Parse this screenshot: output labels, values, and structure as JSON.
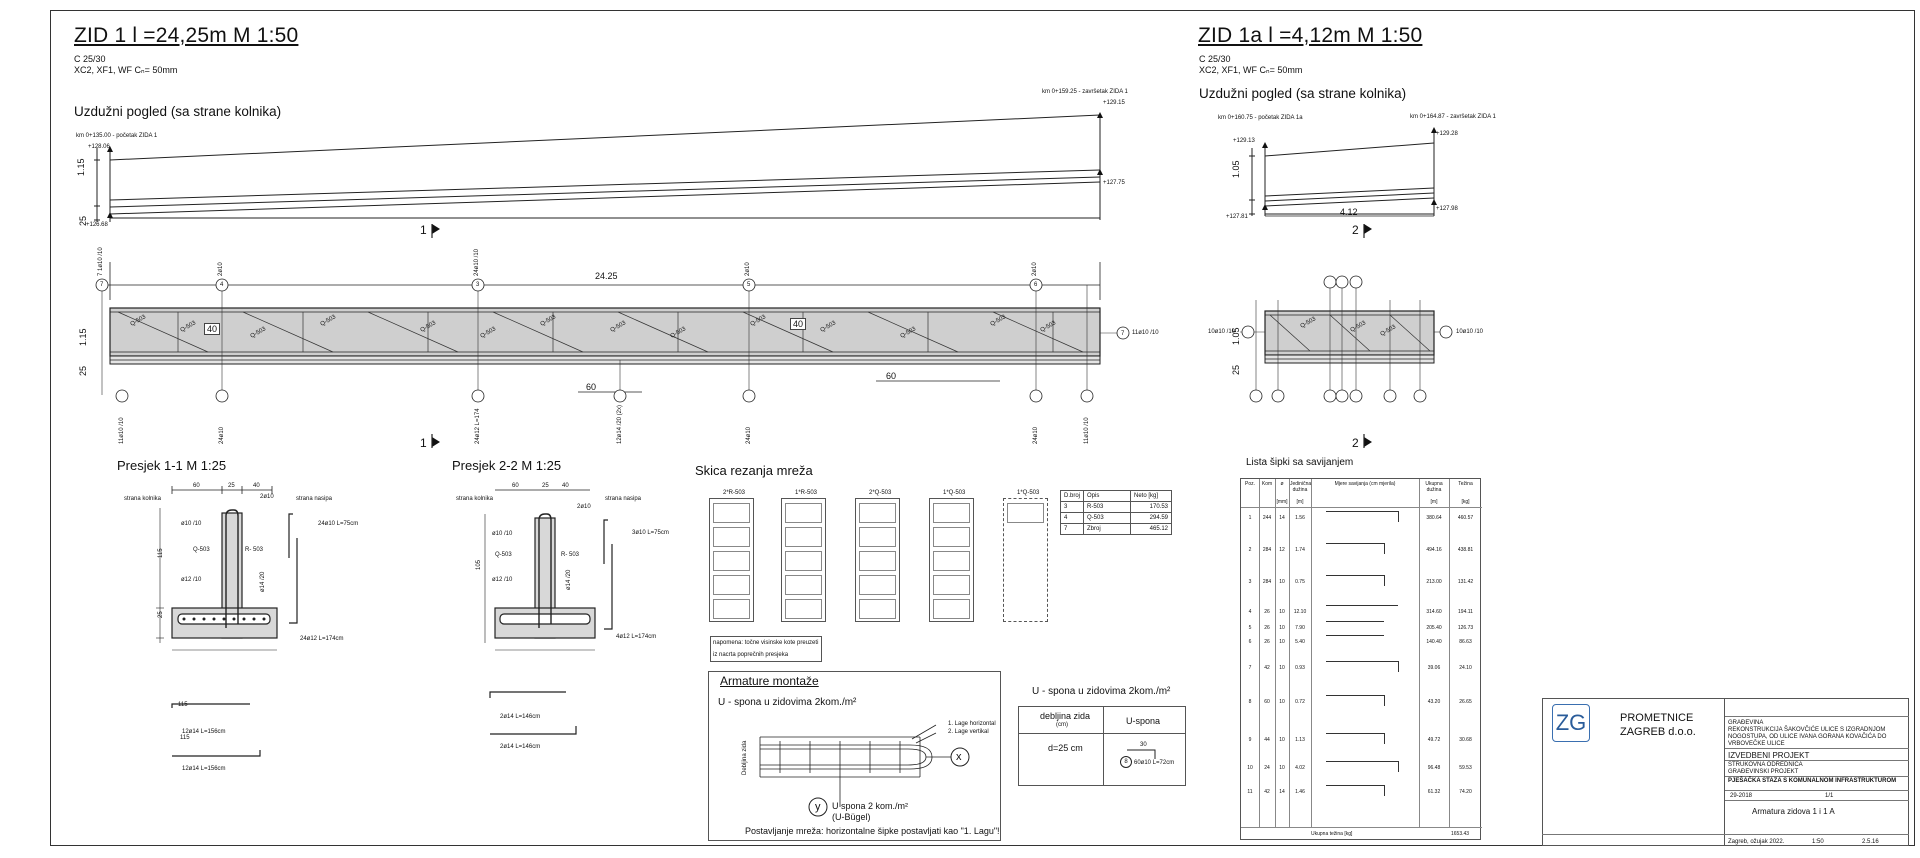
{
  "wall1": {
    "title": "ZID 1  l =24,25m    M 1:50",
    "spec1": "C 25/30",
    "spec2": "XC2, XF1, WF Cₙ= 50mm",
    "view_title": "Uzdužni pogled (sa strane kolnika)",
    "start_label": "km 0+135.00 - početak ZIDA 1",
    "end_label": "km 0+159.25 - završetak ZIDA 1",
    "elev_top_left": "+128.06",
    "elev_bot_left": "+126.68",
    "elev_top_right": "+129.15",
    "elev_bot_right": "+127.75",
    "dim_h1": "1.15",
    "dim_h2": "25",
    "length": "24.25",
    "mesh_label": "Q-503",
    "lap": "40",
    "lap2": "60",
    "bar_right": "11ø10 /10",
    "cut": "1",
    "bottom_bars": [
      "11ø10 /10",
      "24ø10",
      "24ø12 L=174",
      "12ø14 /20 (2x)",
      "24ø10",
      "24ø10",
      "11ø10 /10"
    ],
    "top_marks": [
      "7",
      "4",
      "3",
      "5",
      "6"
    ],
    "top_texts": [
      "7 1ø10 /10",
      "2ø10",
      "24ø10 /10",
      "2ø10",
      "2ø10"
    ]
  },
  "wall1a": {
    "title": "ZID 1a  l =4,12m    M 1:50",
    "spec1": "C 25/30",
    "spec2": "XC2, XF1, WF Cₙ= 50mm",
    "view_title": "Uzdužni pogled (sa strane kolnika)",
    "start_label": "km 0+160.75 - početak ZIDA 1a",
    "end_label": "km 0+164.87 - završetak ZIDA 1",
    "elev_top_left": "+129.13",
    "elev_bot_left": "+127.81",
    "elev_top_right": "+129.28",
    "elev_bot_right": "+127.98",
    "dim_h1": "1.05",
    "dim_h2": "25",
    "length": "4.12",
    "cut": "2",
    "bar_left": "10ø10 /10",
    "bar_right": "10ø10 /10"
  },
  "section1": {
    "title": "Presjek 1-1  M 1:25",
    "side_left": "strana kolnika",
    "side_right": "strana nasipa",
    "dims_top": [
      "60",
      "25",
      "40"
    ],
    "labels": [
      "ø10 /10",
      "Q-503",
      "ø12 /10",
      "R- 503",
      "ø14 /20",
      "2ø10"
    ],
    "bar3": "24ø10 L=75cm",
    "bar2": "24ø12 L=174cm",
    "bar1": "12ø14 L=156cm",
    "bar1b": "12ø14 L=156cm",
    "h115": "115",
    "h25": "25"
  },
  "section2": {
    "title": "Presjek 2-2  M 1:25",
    "side_left": "strana kolnika",
    "side_right": "strana nasipa",
    "dims_top": [
      "60",
      "25",
      "40"
    ],
    "labels": [
      "ø10 /10",
      "Q-503",
      "ø12 /10",
      "R- 503",
      "ø14 /20",
      "2ø10"
    ],
    "bar3": "3ø10 L=75cm",
    "bar2": "4ø12 L=174cm",
    "bar11": "2ø14 L=146cm",
    "bar11b": "2ø14 L=146cm",
    "h105": "105"
  },
  "mesh": {
    "title": "Skica rezanja mreža",
    "sheets": [
      "2*R-503",
      "1*R-503",
      "2*Q-503",
      "1*Q-503",
      "1*Q-503"
    ],
    "note1": "napomena: točne visinske kote preuzeti",
    "note2": "iz nacrta poprečnih presjeka",
    "table_headers": [
      "D.broj",
      "Opis",
      "Neto [kg]"
    ],
    "table_rows": [
      [
        "3",
        "R-503",
        "170.53"
      ],
      [
        "4",
        "Q-503",
        "294.59"
      ],
      [
        "7",
        "Zbroj",
        "465.12"
      ]
    ]
  },
  "montaza": {
    "title": "Armature montaže",
    "subtitle": "U - spona u zidovima 2kom./m²",
    "layer1": "1. Lage horizontal",
    "layer2": "2. Lage vertikal",
    "thick": "Debljina zida",
    "spona": "U spona 2 kom./m²",
    "bugel": "(U-Bügel)",
    "note": "Postavljanje mreža: horizontalne šipke postavljati kao \"1. Lagu\"!"
  },
  "uspona": {
    "title": "U - spona u zidovima 2kom./m²",
    "col1": "debljina zida",
    "col1sub": "(cm)",
    "col2": "U-spona",
    "val1": "d=25 cm",
    "bar": "60ø10 L=72cm",
    "dim": "30"
  },
  "bending": {
    "title": "Lista šipki sa savijanjem",
    "headers": [
      "Poz.",
      "Kom",
      "ø",
      "Jedinična dužina",
      "Mjere savijanja (cm mjerila)",
      "Ukupna dužina",
      "Težina"
    ],
    "units": [
      "",
      "",
      "[mm]",
      "[m]",
      "",
      "[m]",
      "[kg]"
    ],
    "rows": [
      [
        "1",
        "244",
        "14",
        "1.56",
        "380.64",
        "460.57"
      ],
      [
        "2",
        "284",
        "12",
        "1.74",
        "494.16",
        "438.81"
      ],
      [
        "3",
        "284",
        "10",
        "0.75",
        "213.00",
        "131.42"
      ],
      [
        "4",
        "26",
        "10",
        "12.10",
        "314.60",
        "194.11"
      ],
      [
        "5",
        "26",
        "10",
        "7.90",
        "205.40",
        "126.73"
      ],
      [
        "6",
        "26",
        "10",
        "5.40",
        "140.40",
        "86.63"
      ],
      [
        "7",
        "42",
        "10",
        "0.93",
        "39.06",
        "24.10"
      ],
      [
        "8",
        "60",
        "10",
        "0.72",
        "43.20",
        "26.65"
      ],
      [
        "9",
        "44",
        "10",
        "1.13",
        "49.72",
        "30.68"
      ],
      [
        "10",
        "24",
        "10",
        "4.02",
        "96.48",
        "59.53"
      ],
      [
        "11",
        "42",
        "14",
        "1.46",
        "61.32",
        "74.20"
      ]
    ],
    "total_label": "Ukupna težina [kg]",
    "total": "1653.43"
  },
  "titleblock": {
    "company1": "PROMETNICE",
    "company2": "ZAGREB d.o.o.",
    "logo": "ZG",
    "project_label": "GRAĐEVINA",
    "project": "REKONSTRUKCIJA ŠAKOVČIĆE ULICE S IZGRADNJOM NOGOSTUPA, OD ULICE IVANA GORANA KOVAČIĆA DO VRBOVEČKE ULICE",
    "phase": "IZVEDBENI PROJEKT",
    "subproject_label": "STRUKOVNA ODREDNICA",
    "subproject": "GRAĐEVINSKI PROJEKT",
    "part": "PJEŠAČKA STAZA S KOMUNALNOM INFRASTRUKTUROM",
    "number": "29-2018",
    "sheet": "1/1",
    "drawing_title": "Armatura zidova 1 i 1 A",
    "place_date": "Zagreb, ožujak 2022.",
    "scale": "1:50",
    "drawing_no": "2.5.16"
  },
  "colors": {
    "line": "#222222",
    "hatch": "#aaaaaa",
    "concrete": "#cfcfcf"
  }
}
